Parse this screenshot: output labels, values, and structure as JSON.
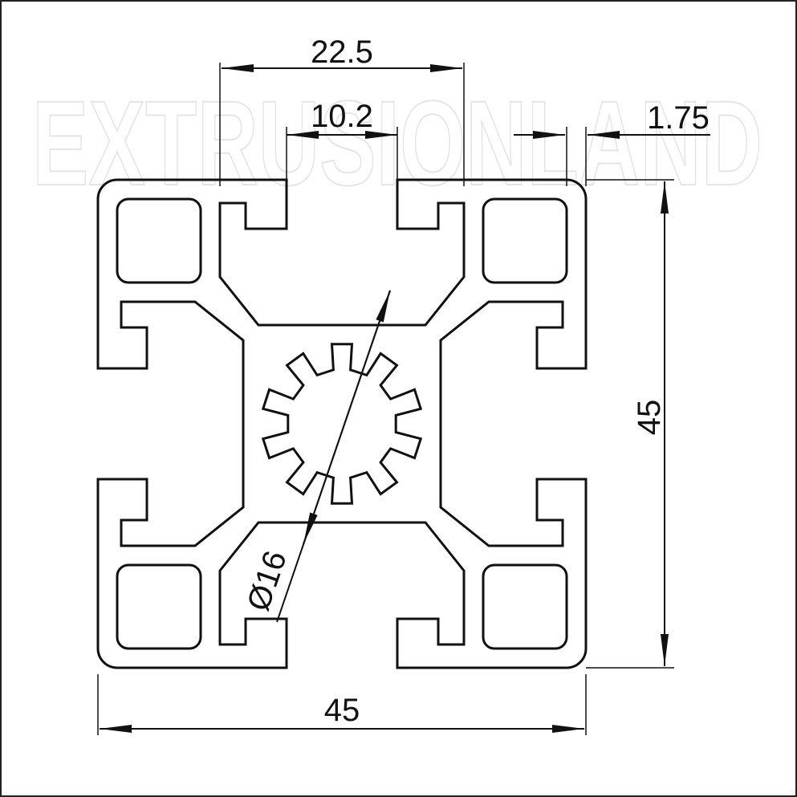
{
  "watermark": "EXTRUSIONLAND",
  "dimensions": {
    "slot_inner_width": "22.5",
    "slot_opening": "10.2",
    "wall_thickness": "1.75",
    "height": "45",
    "width": "45",
    "bore_diameter": "Ø16"
  },
  "colors": {
    "line": "#111111",
    "watermark": "#e4e4e4"
  }
}
